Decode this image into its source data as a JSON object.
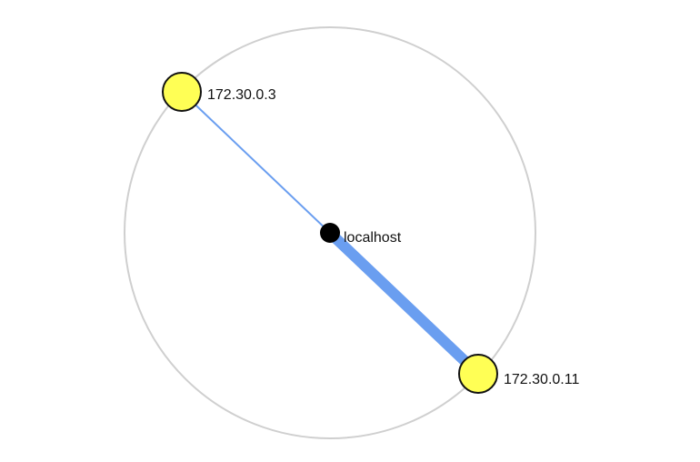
{
  "network": {
    "center_node": {
      "label": "localhost"
    },
    "peers": [
      {
        "label": "172.30.0.3",
        "link_traffic": "low"
      },
      {
        "label": "172.30.0.11",
        "link_traffic": "high"
      }
    ]
  },
  "colors": {
    "ring": "#cfcfcf",
    "link": "#6a9ef0",
    "peer_fill": "#ffff55",
    "peer_stroke": "#111111",
    "center_fill": "#000000"
  }
}
